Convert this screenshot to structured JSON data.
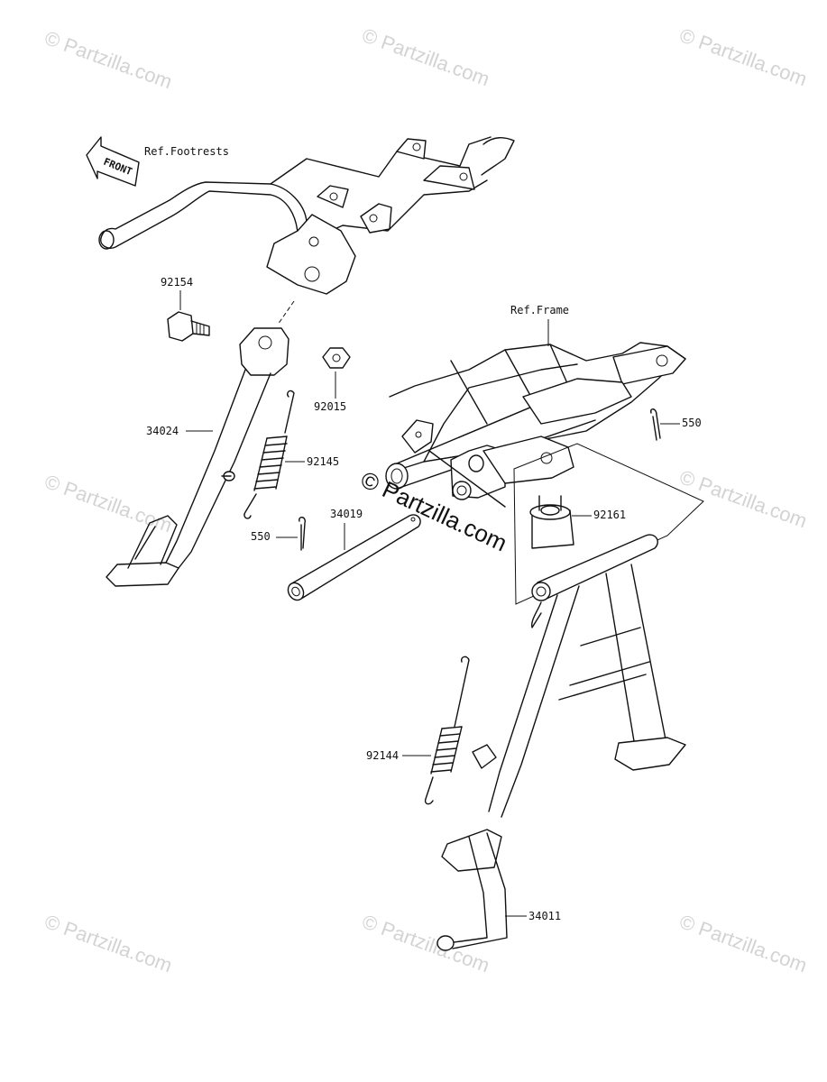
{
  "watermarks": {
    "small": "© Partzilla.com",
    "center": "© Partzilla.com"
  },
  "front_arrow": "FRONT",
  "refs": {
    "footrests": "Ref.Footrests",
    "frame": "Ref.Frame"
  },
  "parts": {
    "p92154": "92154",
    "p92015": "92015",
    "p34024": "34024",
    "p92145": "92145",
    "p550a": "550",
    "p34019": "34019",
    "p550b": "550",
    "p92161": "92161",
    "p92144": "92144",
    "p34011": "34011"
  }
}
